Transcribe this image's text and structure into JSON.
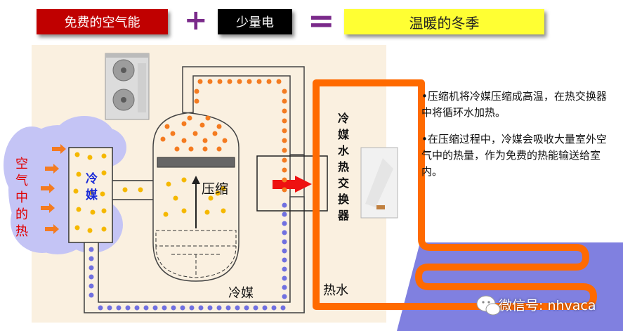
{
  "header": {
    "free_air_energy": "免费的空气能",
    "plus_sign": "+",
    "little_electricity": "少量电",
    "equals_sign": "=",
    "warm_winter": "温暖的冬季"
  },
  "diagram": {
    "air_heat_vertical": "空气中的热",
    "refrigerant_short": "冷媒",
    "compress": "压缩",
    "refrigerant_bottom": "冷媒",
    "heat_exchanger_vertical": "冷媒水热交换器",
    "hot_water": "热水"
  },
  "description": {
    "line1": "•压缩机将冷媒压缩成高温，在热交换器中将循环水加热。",
    "line2": "•在压缩过程中，冷媒会吸收大量室外空气中的热量，作为免费的热能输送给室内。"
  },
  "watermark": {
    "text": "微信号: nhvaca",
    "icon": "wechat-icon"
  },
  "colors": {
    "header_red": "#c00000",
    "header_black": "#000000",
    "header_yellow": "#ffff33",
    "panel_beige": "#faf0e0",
    "orange_dot": "#f47b20",
    "yellow_dot": "#f5b800",
    "blue_dot": "#7070e0",
    "pipe_orange": "#ff6a00",
    "floor_purple": "#8080e0",
    "cloud_lavender": "#c4c4f5",
    "arrow_red": "#ee1111"
  }
}
